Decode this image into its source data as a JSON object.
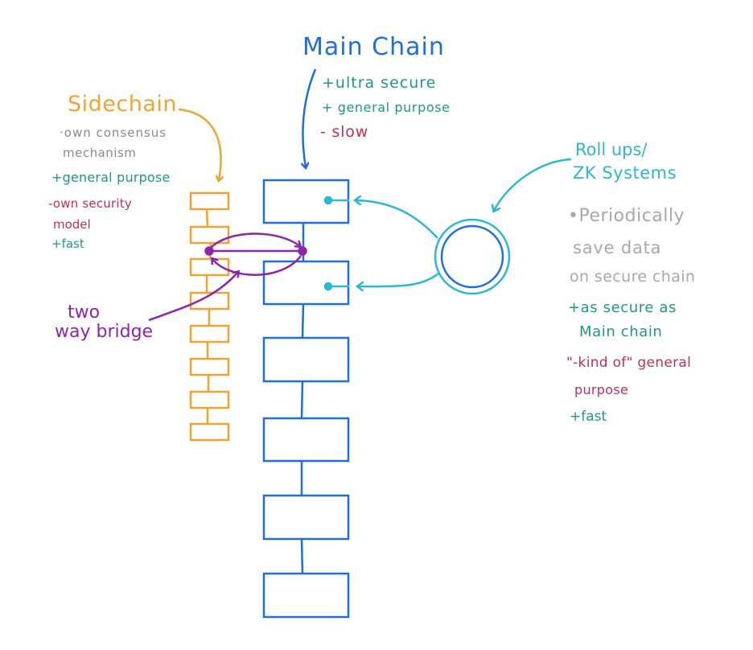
{
  "colors": {
    "main_chain": "#1e6fd9",
    "sidechain": "#f0a330",
    "rollup": "#2bb8d0",
    "bridge": "#8e24aa",
    "plus": "#1e9a7a",
    "minus": "#c0304f",
    "neutral": "#9a9a9a",
    "gray_dark": "#8a8a8a"
  },
  "main_chain": {
    "title": "Main Chain",
    "notes": [
      "+ultra secure",
      "+ general purpose",
      "- slow"
    ]
  },
  "sidechain": {
    "title": "Sidechain",
    "notes": [
      "·own consensus",
      "mechanism",
      "+general purpose",
      "-own security",
      "model",
      "+fast"
    ]
  },
  "bridge": {
    "lines": [
      "two",
      "way bridge"
    ]
  },
  "rollups": {
    "title_lines": [
      "Roll ups/",
      "ZK Systems"
    ],
    "notes": [
      "•Periodically",
      "save data",
      "on secure chain",
      "+as secure as",
      "Main chain",
      "\"-kind of\" general",
      "purpose",
      "+fast"
    ]
  }
}
